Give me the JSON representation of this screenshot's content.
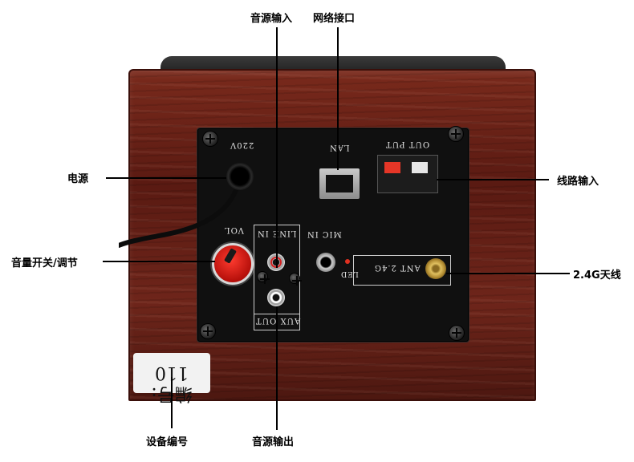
{
  "callouts": {
    "audio_input": "音源输入",
    "network_port": "网络接口",
    "power": "电源",
    "line_input": "线路输入",
    "volume_switch": "音量开关/调节",
    "antenna": "2.4G天线",
    "device_number": "设备编号",
    "audio_output": "音源输出"
  },
  "panel_labels": {
    "voltage": "220V",
    "lan": "LAN",
    "out_put": "OUT PUT",
    "vol": "VOL",
    "line_in": "LINE IN",
    "mic_in": "MIC IN",
    "led": "LED",
    "ant": "ANT 2.4G",
    "aux_out": "AUX OUT"
  },
  "sticker_text": "编号: 110",
  "colors": {
    "wood": "#6e251a",
    "plate": "#101010",
    "knob": "#e02a20",
    "leader": "#000000"
  }
}
